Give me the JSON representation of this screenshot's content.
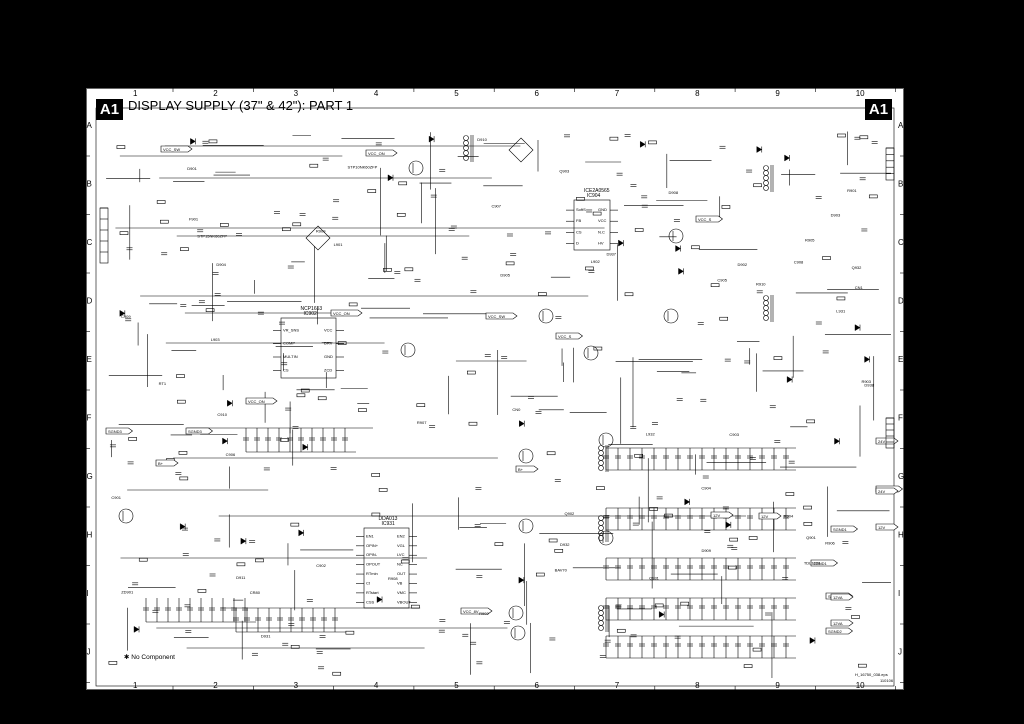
{
  "title": "DISPLAY SUPPLY (37\" & 42\"): PART 1",
  "sheet_id": "A1",
  "column_markers": [
    "1",
    "2",
    "3",
    "4",
    "5",
    "6",
    "7",
    "8",
    "9",
    "10"
  ],
  "row_markers": [
    "A",
    "B",
    "C",
    "D",
    "E",
    "F",
    "G",
    "H",
    "I",
    "J"
  ],
  "net_flags": [
    "VCC_SW",
    "VCC_ON",
    "VCC_ON",
    "VCC_ON",
    "VCC_SW",
    "VCC_S",
    "VCC_S",
    "VCC_8V",
    "B+",
    "B+",
    "SGND3",
    "SGND3",
    "SGND1",
    "SGND1",
    "SGND1",
    "SGND2",
    "SGND2",
    "24V",
    "12V",
    "12V",
    "12VA",
    "12VA",
    "12V",
    "24V"
  ],
  "ic_blocks": [
    {
      "ref": "IC902",
      "part": "NCP1653",
      "pins_left": [
        "VR_SNS",
        "COMP",
        "MULTIN",
        "CS"
      ],
      "pins_right": [
        "VCC",
        "DRV",
        "GND",
        "ZCD"
      ]
    },
    {
      "ref": "IC931",
      "part": "DDA013",
      "pins_left": [
        "EN1",
        "OPIN+",
        "OPIN-",
        "OPOUT",
        "RTmin",
        "Ct",
        "RTstart",
        "CSS"
      ],
      "pins_right": [
        "EN2",
        "VGL",
        "LVC",
        "NC",
        "OUT",
        "VB",
        "VMC",
        "VBOUT"
      ]
    },
    {
      "ref": "IC904",
      "part": "ICE2A0565",
      "pins_left": [
        "SoftS",
        "FB",
        "CS",
        "D"
      ],
      "pins_right": [
        "GND",
        "VCC",
        "N.C",
        "HV"
      ]
    }
  ],
  "components": [
    "BAV70",
    "TDL1206",
    "RT1",
    "C906",
    "D901",
    "D902",
    "D903",
    "L901",
    "C901",
    "C902",
    "C903",
    "R901",
    "R902",
    "R903",
    "ZD901",
    "Q901",
    "D904",
    "D905",
    "R904",
    "L902",
    "C904",
    "D908",
    "D909",
    "L903",
    "C905",
    "R905",
    "R906",
    "R907",
    "R908",
    "C907",
    "C908",
    "D910",
    "D911",
    "Q902",
    "Q903",
    "R909",
    "R910",
    "C909",
    "C910",
    "CN1",
    "F901",
    "STP15NK60ZFP",
    "STP10NK60ZFP",
    "CR80",
    "CN0",
    "D931",
    "D932",
    "Q931",
    "Q932",
    "D937",
    "D938",
    "L931",
    "L932"
  ],
  "footnote": "No Component",
  "drawing_code": "H_16750_038.eps",
  "drawing_date": "110106"
}
